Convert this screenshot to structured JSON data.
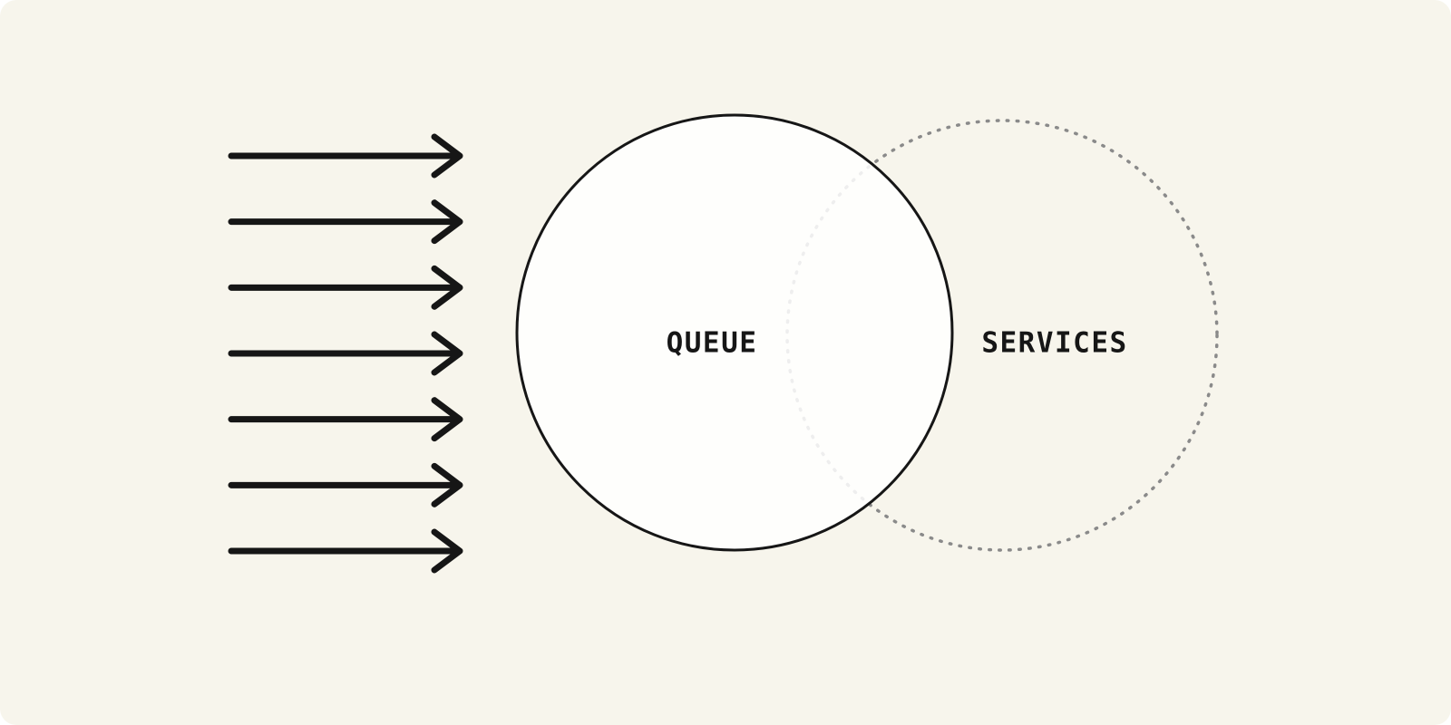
{
  "canvas": {
    "background_color": "#f7f5ec",
    "ink_color": "#161616",
    "muted_color": "#8a8a8a",
    "circle_fill": "#ffffff"
  },
  "diagram": {
    "arrows": {
      "count": 7,
      "direction": "right"
    },
    "queue": {
      "label": "QUEUE"
    },
    "services": {
      "label": "SERVICES"
    }
  }
}
